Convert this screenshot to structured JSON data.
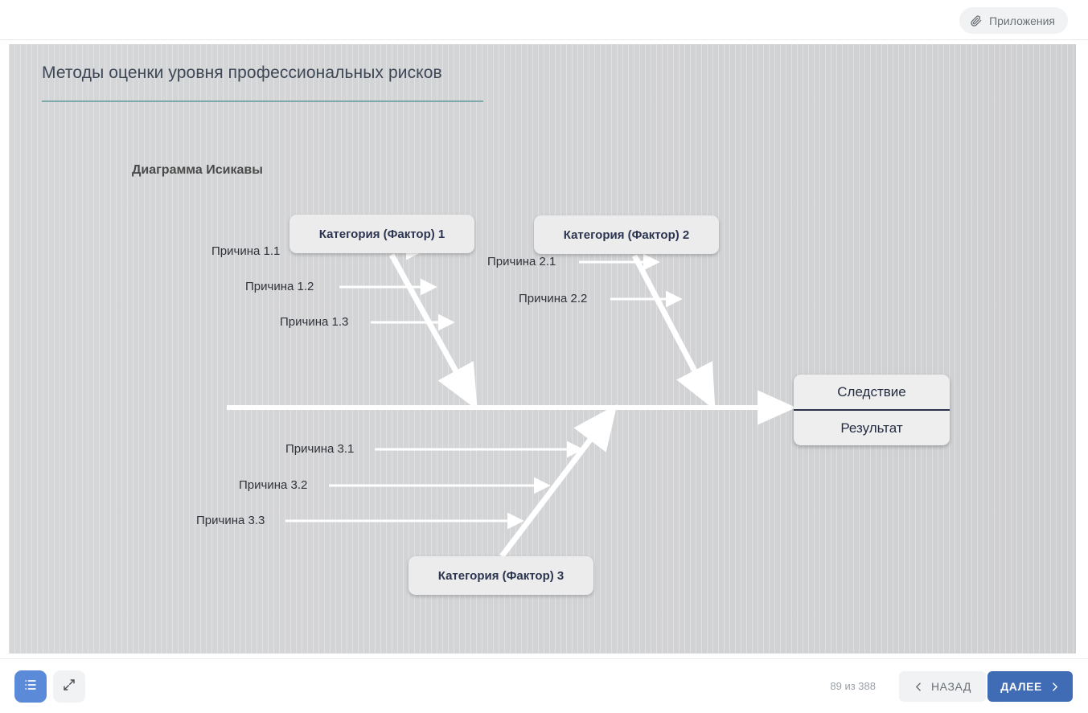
{
  "topbar": {
    "attachments_label": "Приложения",
    "attachments_icon": "paperclip-icon"
  },
  "slide": {
    "title": "Методы оценки уровня профессиональных рисков",
    "subtitle": "Диаграмма Исикавы",
    "accent_color": "#7fa8ab",
    "background_color": "#d3d4d6",
    "bone_color": "#ffffff"
  },
  "diagram": {
    "type": "ishikawa-fishbone",
    "categories": [
      {
        "label": "Категория (Фактор) 1",
        "position": "top-left"
      },
      {
        "label": "Категория (Фактор) 2",
        "position": "top-right"
      },
      {
        "label": "Категория (Фактор) 3",
        "position": "bottom-center"
      }
    ],
    "causes": {
      "cat1": [
        "Причина 1.1",
        "Причина 1.2",
        "Причина 1.3"
      ],
      "cat2": [
        "Причина 2.1",
        "Причина 2.2"
      ],
      "cat3": [
        "Причина 3.1",
        "Причина 3.2",
        "Причина 3.3"
      ]
    },
    "effect": {
      "line1": "Следствие",
      "line2": "Результат"
    }
  },
  "bottombar": {
    "menu_icon": "list-menu-icon",
    "expand_icon": "fullscreen-expand-icon",
    "counter": "89 из 388",
    "back_label": "НАЗАД",
    "next_label": "ДАЛЕЕ",
    "back_icon": "chevron-left-icon",
    "next_icon": "chevron-right-icon",
    "next_color": "#3f6cb5"
  }
}
